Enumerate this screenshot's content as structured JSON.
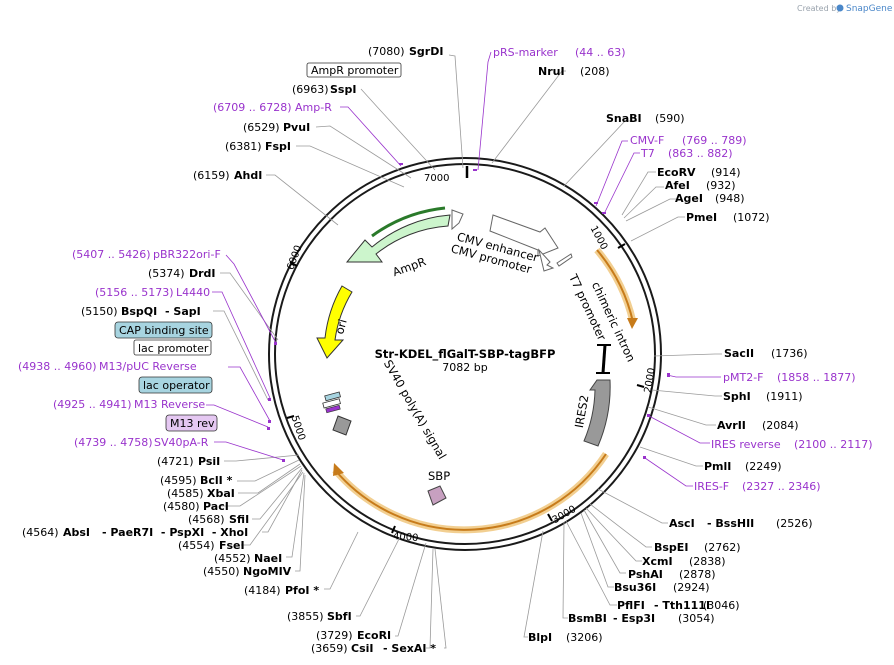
{
  "branding": {
    "created_by": "Created by",
    "product": "SnapGene"
  },
  "plasmid": {
    "name": "Str-KDEL_flGalT-SBP-tagBFP",
    "length_label": "7082 bp",
    "length": 7082
  },
  "ticks": [
    "1000",
    "2000",
    "3000",
    "4000",
    "5000",
    "6000",
    "7000"
  ],
  "colors": {
    "backbone": "#1a1a1a",
    "enzyme_text": "#000000",
    "primer": "#9933cc",
    "promoter_fill": "#ffffff",
    "amp_fill": "#ccf5cc",
    "ori_fill": "#ffff00",
    "ires_fill": "#999999",
    "sbp_fill": "#c7a0c0",
    "orange_arc": "#e6a23c",
    "box_blue": "#a7d4e0",
    "box_purple": "#e5c8f2"
  },
  "features": [
    {
      "id": "amp",
      "label": "AmpR"
    },
    {
      "id": "ori",
      "label": "ori"
    },
    {
      "id": "sv40pa",
      "label": "SV40 poly(A) signal"
    },
    {
      "id": "cmv_enh",
      "label": "CMV enhancer"
    },
    {
      "id": "cmv_prom",
      "label": "CMV promoter"
    },
    {
      "id": "t7_prom",
      "label": "T7 promoter"
    },
    {
      "id": "intron",
      "label": "chimeric intron"
    },
    {
      "id": "ires2",
      "label": "IRES2"
    },
    {
      "id": "sbp",
      "label": "SBP"
    }
  ],
  "boxes": [
    {
      "id": "ampr_promoter",
      "label": "AmpR promoter"
    },
    {
      "id": "cap",
      "label": "CAP binding site"
    },
    {
      "id": "lac_promoter",
      "label": "lac promoter"
    },
    {
      "id": "lac_operator",
      "label": "lac operator"
    },
    {
      "id": "m13rev",
      "label": "M13 rev"
    }
  ],
  "enzymes_left": [
    {
      "pos": "(7080)",
      "name": "SgrDI"
    },
    {
      "pos": "(6963)",
      "name": "SspI"
    },
    {
      "pos": "(6529)",
      "name": "PvuI"
    },
    {
      "pos": "(6381)",
      "name": "FspI"
    },
    {
      "pos": "(6159)",
      "name": "AhdI"
    },
    {
      "pos": "(5374)",
      "name": "DrdI"
    },
    {
      "pos": "(5150)",
      "name": "BspQI",
      "extra": "- SapI"
    },
    {
      "pos": "(4721)",
      "name": "PsiI"
    },
    {
      "pos": "(4595)",
      "name": "BclI *"
    },
    {
      "pos": "(4585)",
      "name": "XbaI"
    },
    {
      "pos": "(4580)",
      "name": "PacI"
    },
    {
      "pos": "(4568)",
      "name": "SfiI"
    },
    {
      "pos": "(4564)",
      "name": "AbsI",
      "extra": "- PaeR7I  - PspXI  - XhoI"
    },
    {
      "pos": "(4554)",
      "name": "FseI"
    },
    {
      "pos": "(4552)",
      "name": "NaeI"
    },
    {
      "pos": "(4550)",
      "name": "NgoMIV"
    },
    {
      "pos": "(4184)",
      "name": "PfoI *"
    },
    {
      "pos": "(3855)",
      "name": "SbfI"
    },
    {
      "pos": "(3729)",
      "name": "EcoRI"
    },
    {
      "pos": "(3659)",
      "name": "CsiI",
      "extra": "- SexAI *"
    }
  ],
  "enzymes_right": [
    {
      "name": "NruI",
      "pos": "(208)"
    },
    {
      "name": "SnaBI",
      "pos": "(590)"
    },
    {
      "name": "EcoRV",
      "pos": "(914)"
    },
    {
      "name": "AfeI",
      "pos": "(932)"
    },
    {
      "name": "AgeI",
      "pos": "(948)"
    },
    {
      "name": "PmeI",
      "pos": "(1072)"
    },
    {
      "name": "SacII",
      "pos": "(1736)"
    },
    {
      "name": "SphI",
      "pos": "(1911)"
    },
    {
      "name": "AvrII",
      "pos": "(2084)"
    },
    {
      "name": "PmlI",
      "pos": "(2249)"
    },
    {
      "name": "AscI",
      "extra": "- BssHII",
      "pos": "(2526)"
    },
    {
      "name": "BspEI",
      "pos": "(2762)"
    },
    {
      "name": "XcmI",
      "pos": "(2838)"
    },
    {
      "name": "PshAI",
      "pos": "(2878)"
    },
    {
      "name": "Bsu36I",
      "pos": "(2924)"
    },
    {
      "name": "PflFI",
      "extra": "- Tth111I",
      "pos": "(3046)"
    },
    {
      "name": "BsmBI",
      "extra": "- Esp3I",
      "pos": "(3054)"
    },
    {
      "name": "BlpI",
      "pos": "(3206)"
    }
  ],
  "primers": [
    {
      "name": "pRS-marker",
      "range": "(44 .. 63)"
    },
    {
      "name": "CMV-F",
      "range": "(769 .. 789)"
    },
    {
      "name": "T7",
      "range": "(863 .. 882)"
    },
    {
      "name": "pMT2-F",
      "range": "(1858 .. 1877)"
    },
    {
      "name": "IRES reverse",
      "range": "(2100 .. 2117)"
    },
    {
      "name": "IRES-F",
      "range": "(2327 .. 2346)"
    },
    {
      "range": "(6709 .. 6728)",
      "name": "Amp-R"
    },
    {
      "range": "(5407 .. 5426)",
      "name": "pBR322ori-F"
    },
    {
      "range": "(5156 .. 5173)",
      "name": "L4440"
    },
    {
      "range": "(4938 .. 4960)",
      "name": "M13/pUC Reverse"
    },
    {
      "range": "(4925 .. 4941)",
      "name": "M13 Reverse"
    },
    {
      "range": "(4739 .. 4758)",
      "name": "SV40pA-R"
    }
  ]
}
